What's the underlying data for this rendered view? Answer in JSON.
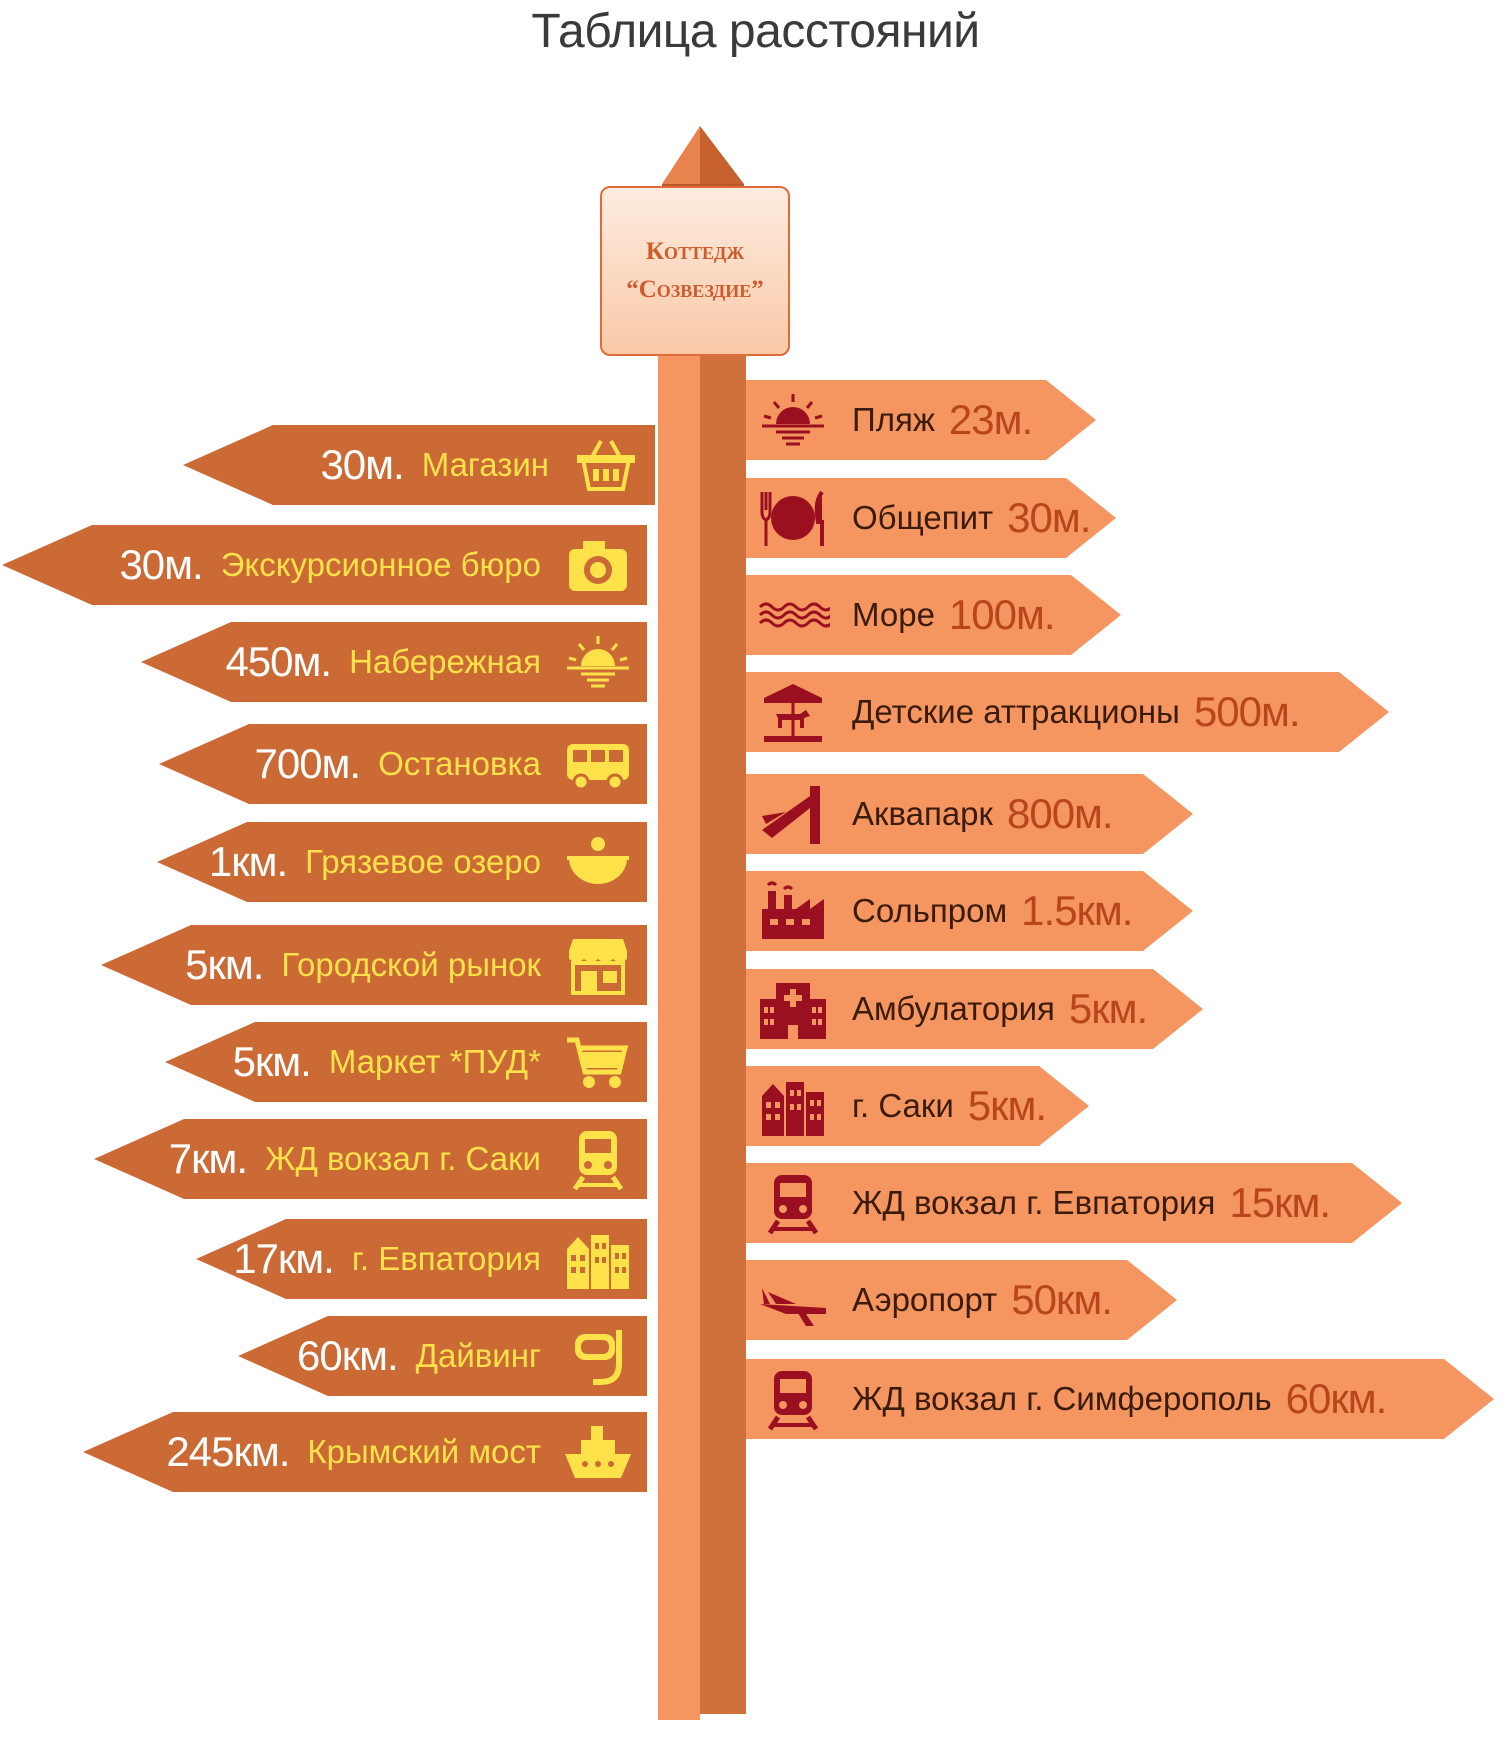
{
  "title": "Таблица расстояний",
  "board": {
    "line1": "Коттедж",
    "line2": "“Созвездие”"
  },
  "colors": {
    "left_sign": "#cc6a36",
    "right_sign": "#f5955f",
    "left_text": "#ffe14a",
    "right_dist": "#b9451d",
    "right_icon": "#9b1020"
  },
  "left_signs": [
    {
      "dist": "30м.",
      "label": "Магазин",
      "icon": "basket-icon"
    },
    {
      "dist": "30м.",
      "label": "Экскурсионное бюро",
      "icon": "camera-icon"
    },
    {
      "dist": "450м.",
      "label": "Набережная",
      "icon": "sunset-icon"
    },
    {
      "dist": "700м.",
      "label": "Остановка",
      "icon": "bus-icon"
    },
    {
      "dist": "1км.",
      "label": "Грязевое озеро",
      "icon": "mud-bath-icon"
    },
    {
      "dist": "5км.",
      "label": "Городской рынок",
      "icon": "market-stall-icon"
    },
    {
      "dist": "5км.",
      "label": "Маркет *ПУД*",
      "icon": "shopping-cart-icon"
    },
    {
      "dist": "7км.",
      "label": "ЖД вокзал г. Саки",
      "icon": "train-icon"
    },
    {
      "dist": "17км.",
      "label": "г. Евпатория",
      "icon": "city-buildings-icon"
    },
    {
      "dist": "60км.",
      "label": "Дайвинг",
      "icon": "diving-mask-icon"
    },
    {
      "dist": "245км.",
      "label": "Крымский мост",
      "icon": "ship-icon"
    }
  ],
  "right_signs": [
    {
      "label": "Пляж",
      "dist": "23м.",
      "icon": "sunset-icon"
    },
    {
      "label": "Общепит",
      "dist": "30м.",
      "icon": "plate-cutlery-icon"
    },
    {
      "label": "Море",
      "dist": "100м.",
      "icon": "waves-icon"
    },
    {
      "label": "Детские аттракционы",
      "dist": "500м.",
      "icon": "carousel-icon"
    },
    {
      "label": "Аквапарк",
      "dist": "800м.",
      "icon": "water-slide-icon"
    },
    {
      "label": "Сольпром",
      "dist": "1.5км.",
      "icon": "factory-icon"
    },
    {
      "label": "Амбулатория",
      "dist": "5км.",
      "icon": "hospital-icon"
    },
    {
      "label": "г. Саки",
      "dist": "5км.",
      "icon": "city-buildings-icon"
    },
    {
      "label": "ЖД вокзал г. Евпатория",
      "dist": "15км.",
      "icon": "train-icon"
    },
    {
      "label": "Аэропорт",
      "dist": "50км.",
      "icon": "airplane-icon"
    },
    {
      "label": "ЖД вокзал г. Симферополь",
      "dist": "60км.",
      "icon": "train-icon"
    }
  ]
}
